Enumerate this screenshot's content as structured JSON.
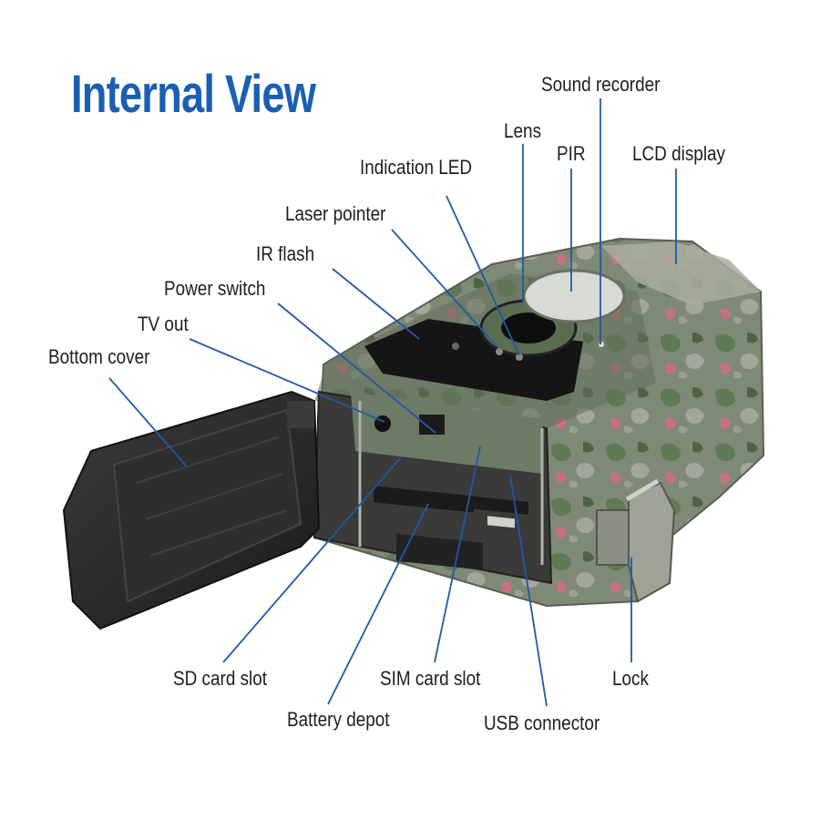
{
  "title": "Internal View",
  "labels": {
    "sound_recorder": "Sound recorder",
    "lens": "Lens",
    "pir": "PIR",
    "lcd_display": "LCD display",
    "indication_led": "Indication LED",
    "laser_pointer": "Laser pointer",
    "ir_flash": "IR flash",
    "power_switch": "Power switch",
    "tv_out": "TV out",
    "bottom_cover": "Bottom cover",
    "sd_card_slot": "SD card slot",
    "battery_depot": "Battery depot",
    "sim_card_slot": "SIM card slot",
    "usb_connector": "USB connector",
    "lock": "Lock"
  },
  "colors": {
    "title": "#1a5fb4",
    "leader_line": "#1f59a8",
    "camo_green": "#6f8a63",
    "camo_grey": "#8f9488",
    "camo_pink": "#c9707e",
    "dark_plastic": "#2a2a2a"
  }
}
